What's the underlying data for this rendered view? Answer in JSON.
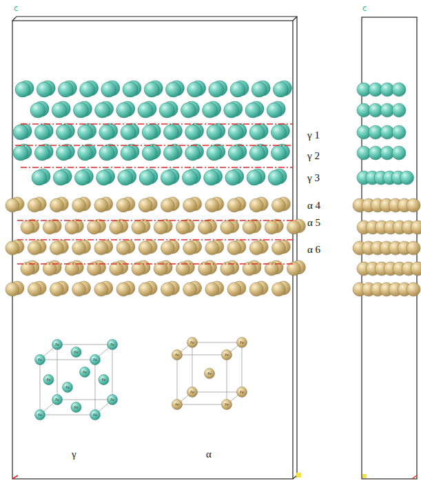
{
  "diagram": {
    "labels": [
      "c",
      "γ 1",
      "γ 2",
      "γ 3",
      "α 4",
      "α 5",
      "α 6",
      "γ",
      "α",
      "c",
      "Fe",
      "Fe",
      "Fe",
      "Fe",
      "Fe",
      "Fe",
      "Fe",
      "Fe",
      "Fe",
      "Fe",
      "Fe",
      "Fe",
      "Fe",
      "Fe",
      "Fe",
      "Fe",
      "Fe",
      "Fe",
      "Fe",
      "Fe",
      "Fe",
      "Fe",
      "Fe"
    ]
  }
}
